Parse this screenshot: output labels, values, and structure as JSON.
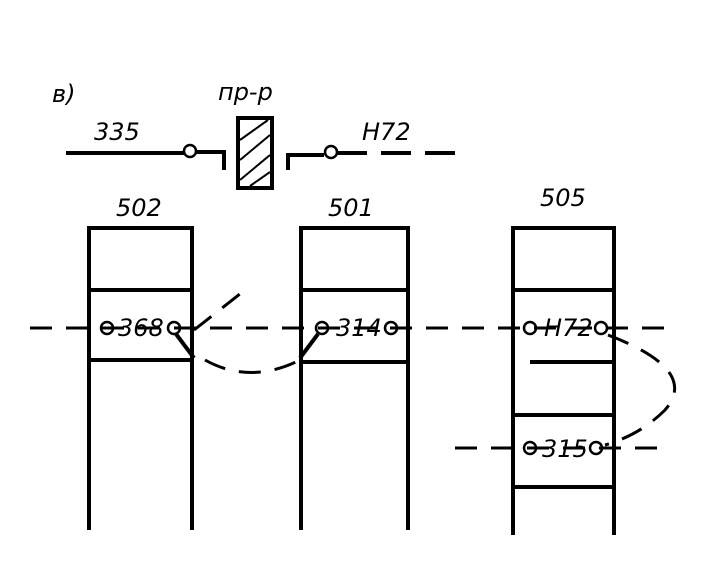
{
  "figure_label": "в)",
  "fuse_label": "пр-р",
  "left_wire_label": "335",
  "right_wire_label": "Н72",
  "terminals": [
    {
      "name": "502",
      "contact": "368"
    },
    {
      "name": "501",
      "contact": "314"
    },
    {
      "name": "505",
      "contact": "Н72",
      "contact2": "315"
    }
  ]
}
